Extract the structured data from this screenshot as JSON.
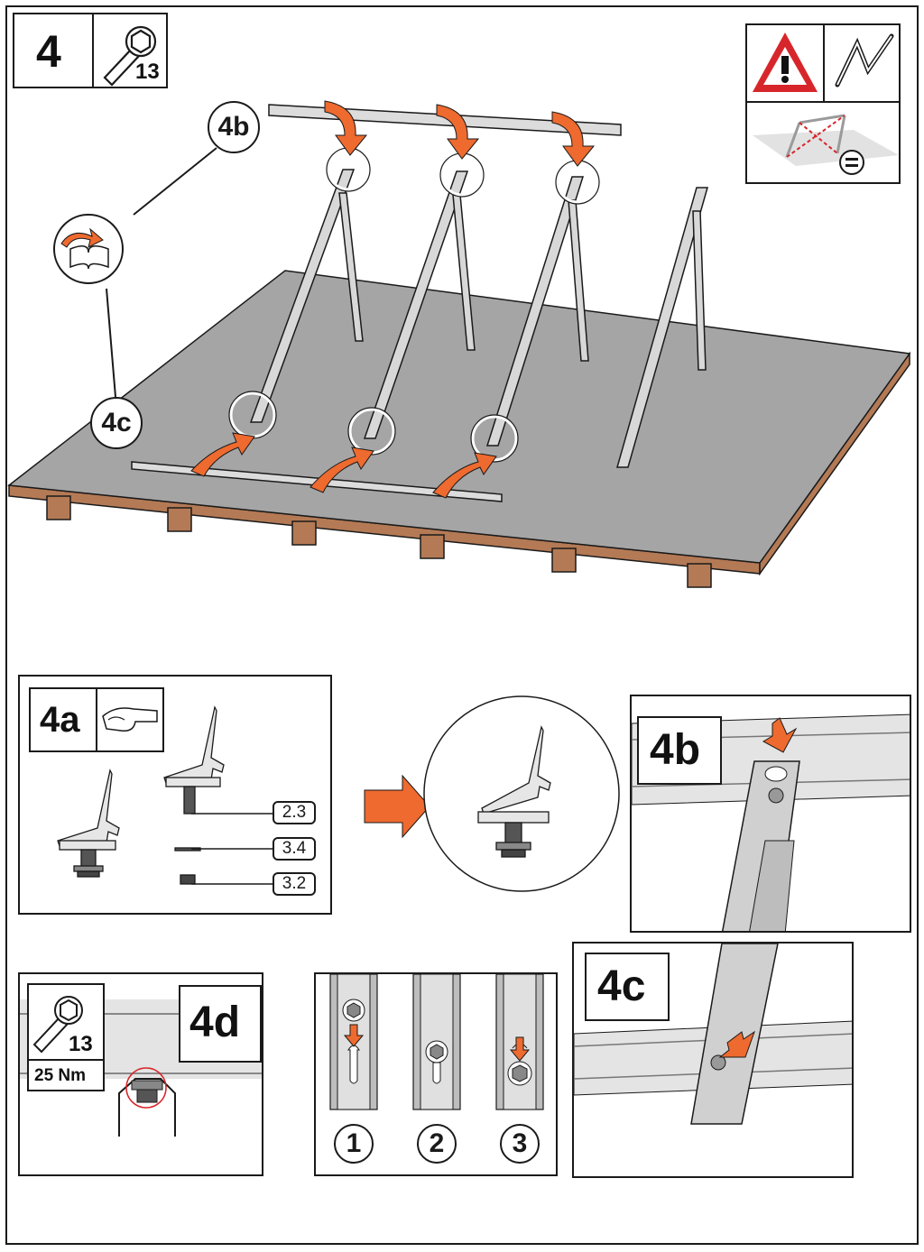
{
  "step": {
    "number": "4",
    "wrench_size": "13"
  },
  "callouts": {
    "top_4b": "4b",
    "top_4c": "4c"
  },
  "panel_4a": {
    "label": "4a",
    "parts": [
      "2.3",
      "3.4",
      "3.2"
    ]
  },
  "panel_4b": {
    "label": "4b"
  },
  "panel_4c": {
    "label": "4c"
  },
  "panel_4d": {
    "label": "4d",
    "wrench_size": "13",
    "torque": "25 Nm"
  },
  "sequence": {
    "steps": [
      "1",
      "2",
      "3"
    ]
  },
  "colors": {
    "accent_arrow": "#ee6a2f",
    "warning_red": "#d7262b",
    "ground_grey": "#a5a5a5",
    "wood": "#b47a55",
    "rail_grey": "#d8d8d8"
  },
  "icons": {
    "wrench": "wrench-icon",
    "warning": "warning-icon",
    "folding_rule": "folding-rule-icon",
    "manual": "manual-book-icon",
    "hand": "hand-tighten-icon",
    "equal": "equal-icon"
  }
}
